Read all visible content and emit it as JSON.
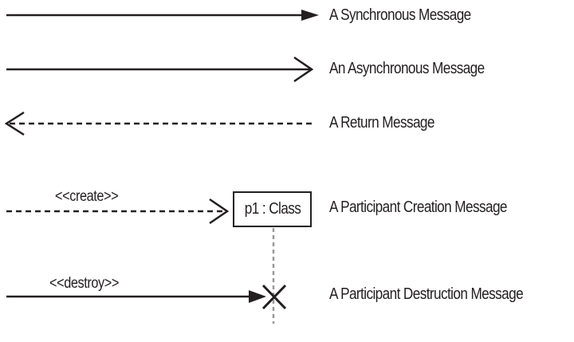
{
  "messages": {
    "synchronous": {
      "label": "A Synchronous Message"
    },
    "asynchronous": {
      "label": "An Asynchronous Message"
    },
    "return": {
      "label": "A Return Message"
    },
    "creation": {
      "label": "A Participant Creation Message",
      "stereotype": "<<create>>"
    },
    "destruction": {
      "label": "A Participant Destruction Message",
      "stereotype": "<<destroy>>"
    }
  },
  "participant": {
    "label": "p1 : Class"
  },
  "colors": {
    "ink": "#231f20",
    "lifeline": "#9a9a9a",
    "background": "#ffffff"
  }
}
